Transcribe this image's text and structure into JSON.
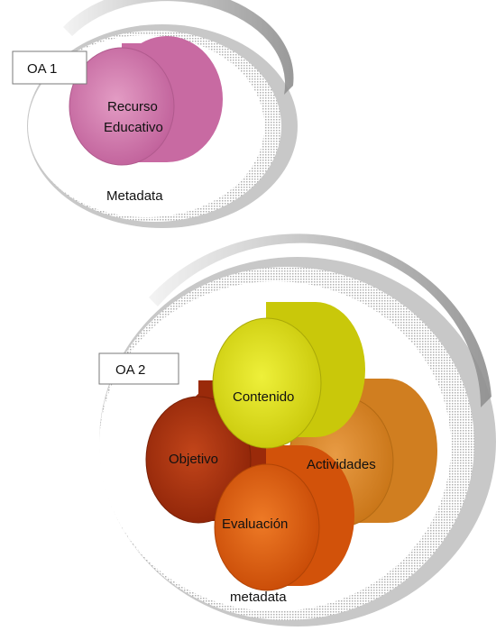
{
  "oa1": {
    "tag": "OA 1",
    "resource_line1": "Recurso",
    "resource_line2": "Educativo",
    "ring_label": "Metadata"
  },
  "oa2": {
    "tag": "OA 2",
    "components": {
      "contenido": "Contenido",
      "objetivo": "Objetivo",
      "actividades": "Actividades",
      "evaluacion": "Evaluación"
    },
    "ring_label": "metadata"
  },
  "colors": {
    "ring_gray": "#a8a8a8",
    "recurso_pink": "#d97fb3",
    "contenido_yellow": "#d8dc10",
    "objetivo_red": "#b8350f",
    "actividades_orange": "#de8c28",
    "evaluacion_orange": "#e5600f"
  }
}
